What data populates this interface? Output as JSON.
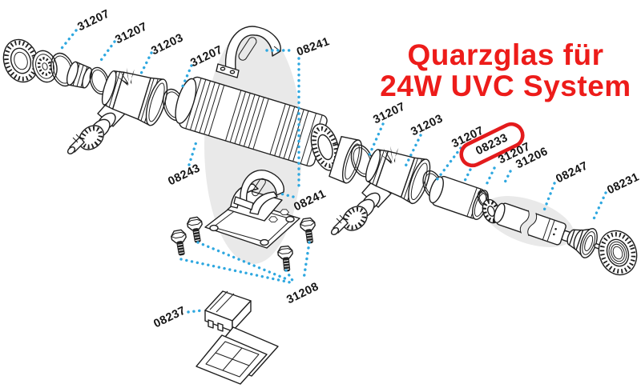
{
  "diagram": {
    "title": {
      "line1": "Quarzglas für",
      "line2": "24W UVC System"
    },
    "highlighted_part": "08233",
    "colors": {
      "title_red": "#ed1c1a",
      "callout_red": "#e31b1c",
      "leader_blue": "#2fa8e0",
      "line_dark": "#1f1f1f",
      "highlight_gray": "#e9e9e9"
    },
    "labels": [
      {
        "text": "31207"
      },
      {
        "text": "31207"
      },
      {
        "text": "31203"
      },
      {
        "text": "31207"
      },
      {
        "text": "08241"
      },
      {
        "text": "08243"
      },
      {
        "text": "31207"
      },
      {
        "text": "31203"
      },
      {
        "text": "31207"
      },
      {
        "text": "08233",
        "highlighted": true
      },
      {
        "text": "31207"
      },
      {
        "text": "31206"
      },
      {
        "text": "08247"
      },
      {
        "text": "08231"
      },
      {
        "text": "08241"
      },
      {
        "text": "31208"
      },
      {
        "text": "08237"
      }
    ]
  }
}
